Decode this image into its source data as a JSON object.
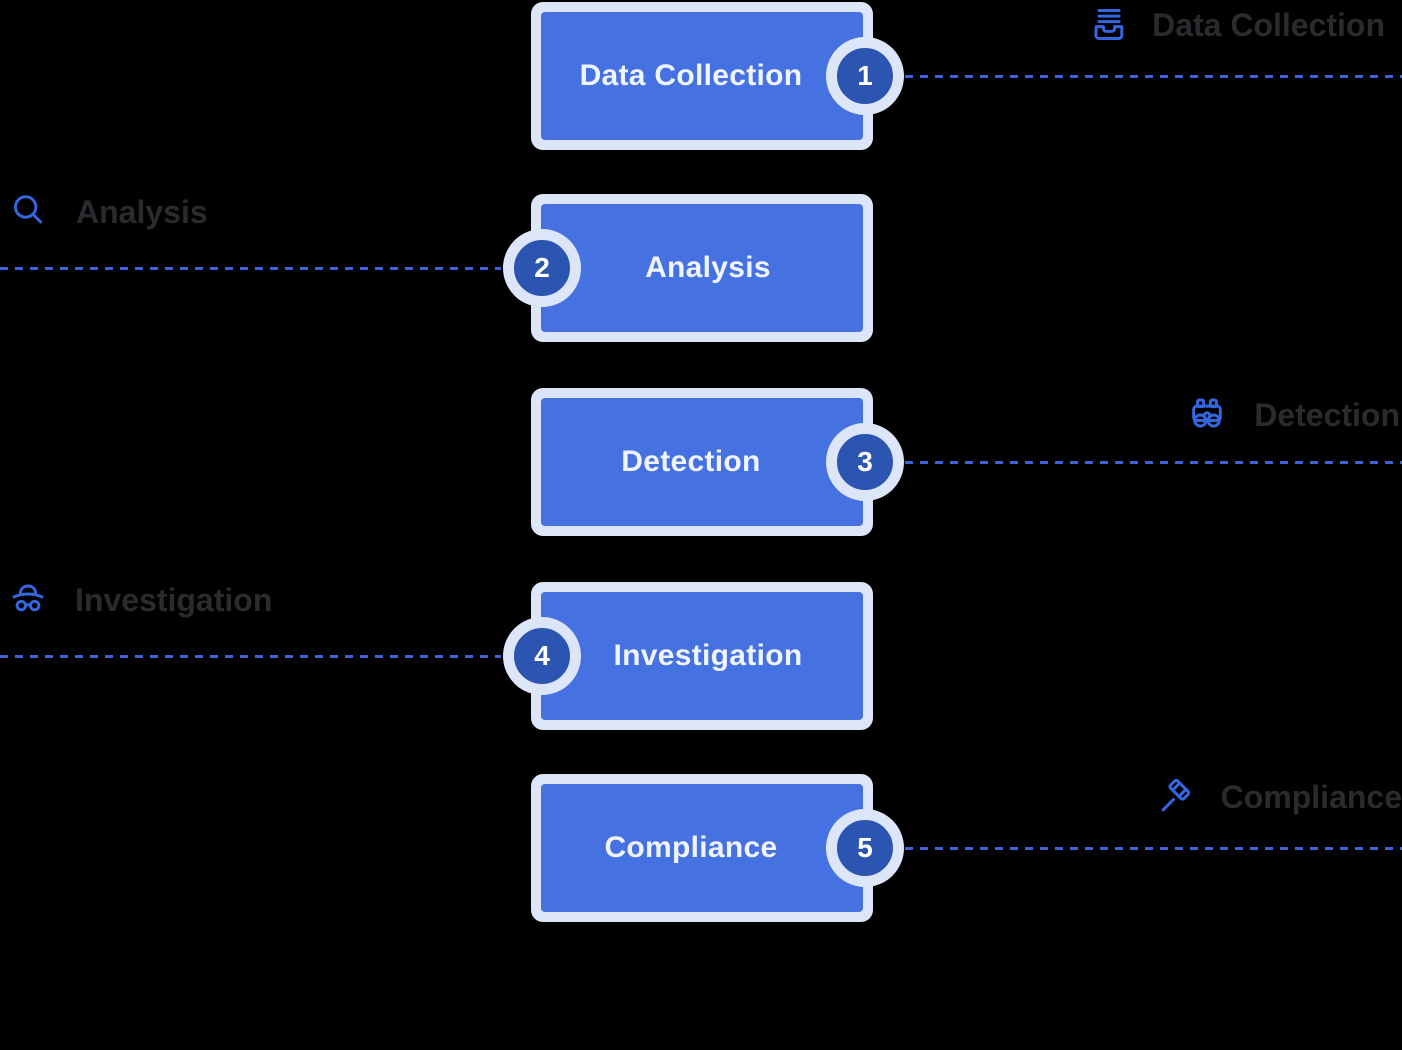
{
  "diagram": {
    "type": "vertical-process-flow",
    "title_implicit": "5-step process",
    "colors": {
      "background": "#000000",
      "box_fill": "#4671e1",
      "box_border": "#dde5f9",
      "box_text": "#f0f4ff",
      "circle_fill": "#2c55b2",
      "circle_ring": "#dde5f9",
      "circle_text": "#ffffff",
      "dash_line": "#3e63d8",
      "icon_stroke": "#3566e2",
      "label_text": "#2b2b2f"
    },
    "steps": [
      {
        "number": "1",
        "title": "Data Collection",
        "label": "Data Collection",
        "label_side": "right",
        "icon": "inbox-tray-icon"
      },
      {
        "number": "2",
        "title": "Analysis",
        "label": "Analysis",
        "label_side": "left",
        "icon": "magnifier-icon"
      },
      {
        "number": "3",
        "title": "Detection",
        "label": "Detection",
        "label_side": "right",
        "icon": "binoculars-icon"
      },
      {
        "number": "4",
        "title": "Investigation",
        "label": "Investigation",
        "label_side": "left",
        "icon": "incognito-icon"
      },
      {
        "number": "5",
        "title": "Compliance",
        "label": "Compliance",
        "label_side": "right",
        "icon": "gavel-icon"
      }
    ]
  }
}
